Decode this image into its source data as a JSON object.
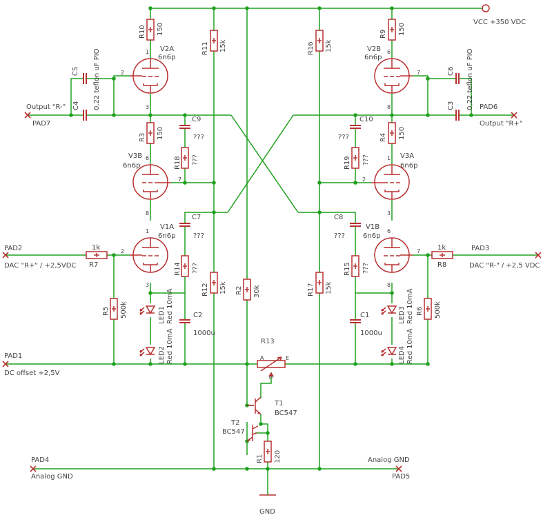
{
  "labels": {
    "vcc": "VCC  +350 VDC",
    "gnd": "GND",
    "pad1": "PAD1",
    "pad1_desc": "DC offset +2,5V",
    "pad2": "PAD2",
    "pad2_desc": "DAC \"R+\" / +2,5VDC",
    "pad3": "PAD3",
    "pad3_desc": "DAC \"R-\" / +2,5 VDC",
    "pad4": "PAD4",
    "pad4_desc": "Analog GND",
    "pad5": "PAD5",
    "pad5_desc": "Analog GND",
    "pad6": "PAD6",
    "pad6_desc": "Output \"R+\"",
    "pad7": "PAD7",
    "pad7_desc": "Output \"R-\"",
    "r1": "R1",
    "r1_val": "120",
    "r2": "R2",
    "r2_val": "30k",
    "r3": "R3",
    "r3_val": "150",
    "r4": "R4",
    "r4_val": "150",
    "r5": "R5",
    "r5_val": "500k",
    "r6": "R6",
    "r6_val": "500k",
    "r7": "R7",
    "r7_val": "1k",
    "r8": "R8",
    "r8_val": "1k",
    "r9": "R9",
    "r9_val": "150",
    "r10": "R10",
    "r10_val": "150",
    "r11": "R11",
    "r11_val": "15k",
    "r12": "R12",
    "r12_val": "15k",
    "r13": "R13",
    "r14": "R14",
    "r14_val": "???",
    "r15": "R15",
    "r15_val": "???",
    "r16": "R16",
    "r16_val": "15k",
    "r17": "R17",
    "r17_val": "15k",
    "r18": "R18",
    "r18_val": "???",
    "r19": "R19",
    "r19_val": "???",
    "c1": "C1",
    "c1_val": "1000u",
    "c2": "C2",
    "c2_val": "1000u",
    "c3": "C3",
    "c4": "C4",
    "c5": "C5",
    "c6": "C6",
    "c_teflon": "0,22 teflon uF PIO",
    "c7": "C7",
    "c7_val": "???",
    "c8": "C8",
    "c8_val": "???",
    "c9": "C9",
    "c9_val": "???",
    "c10": "C10",
    "c10_val": "???",
    "v1a": "V1A",
    "v1b": "V1B",
    "v2a": "V2A",
    "v2b": "V2B",
    "v3a": "V3A",
    "v3b": "V3B",
    "tube_type": "6n6p",
    "led1": "LED1",
    "led2": "LED2",
    "led3": "LED3",
    "led4": "LED4",
    "led_val": "Red 10mA",
    "t1": "T1",
    "t2": "T2",
    "bc547": "BC547",
    "pin_a": "A",
    "pin_e": "E",
    "pin_s": "S",
    "pin1": "1",
    "pin2": "2",
    "pin3": "3",
    "pin6": "6",
    "pin7": "7",
    "pin8": "8"
  },
  "colors": {
    "wire": "#1fa01f",
    "part": "#b83030",
    "text": "#444444"
  }
}
